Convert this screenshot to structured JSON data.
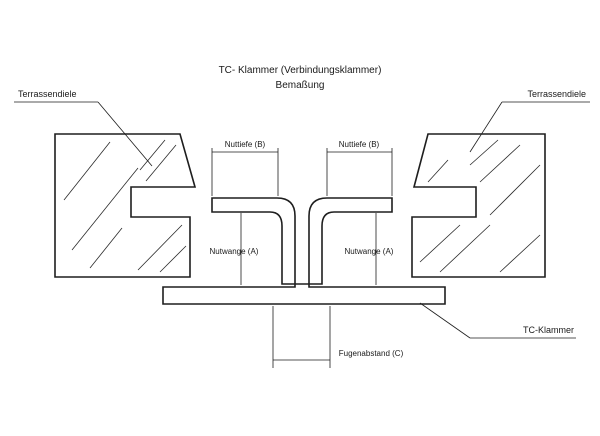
{
  "title": {
    "line1": "TC- Klammer (Verbindungsklammer)",
    "line2": "Bemaßung"
  },
  "labels": {
    "board_left": "Terrassendiele",
    "board_right": "Terrassendiele",
    "groove_depth_left": "Nuttiefe (B)",
    "groove_depth_right": "Nuttiefe (B)",
    "groove_cheek_left": "Nutwange (A)",
    "groove_cheek_right": "Nutwange (A)",
    "joint_gap": "Fugenabstand (C)",
    "clip": "TC-Klammer"
  }
}
